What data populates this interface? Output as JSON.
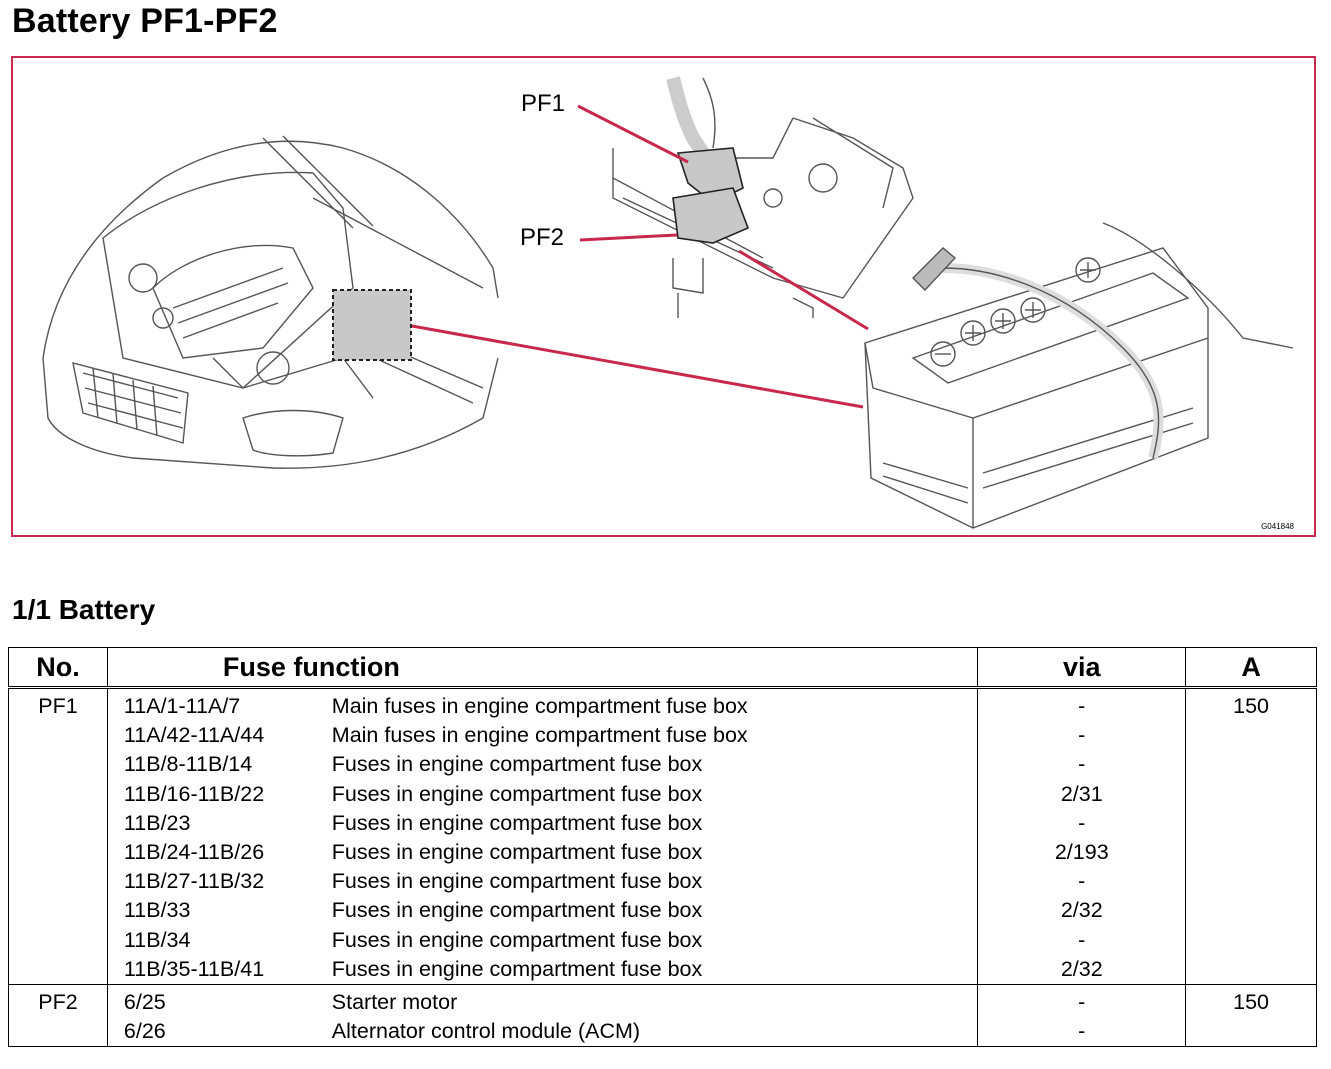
{
  "page_title": "Battery PF1-PF2",
  "figure": {
    "callouts": [
      "PF1",
      "PF2"
    ],
    "figure_code": "G041848",
    "accent_color": "#c8284b"
  },
  "section_title": "1/1 Battery",
  "table": {
    "headers": {
      "no": "No.",
      "function": "Fuse function",
      "via": "via",
      "amps": "A"
    },
    "groups": [
      {
        "no": "PF1",
        "amps": "150",
        "rows": [
          {
            "code": "11A/1-11A/7",
            "desc": "Main fuses in engine compartment fuse box",
            "via": "-"
          },
          {
            "code": "11A/42-11A/44",
            "desc": "Main fuses in engine compartment fuse box",
            "via": "-"
          },
          {
            "code": "11B/8-11B/14",
            "desc": "Fuses in engine compartment fuse box",
            "via": "-"
          },
          {
            "code": "11B/16-11B/22",
            "desc": "Fuses in engine compartment fuse box",
            "via": "2/31"
          },
          {
            "code": "11B/23",
            "desc": "Fuses in engine compartment fuse box",
            "via": "-"
          },
          {
            "code": "11B/24-11B/26",
            "desc": "Fuses in engine compartment fuse box",
            "via": "2/193"
          },
          {
            "code": "11B/27-11B/32",
            "desc": "Fuses in engine compartment fuse box",
            "via": "-"
          },
          {
            "code": "11B/33",
            "desc": "Fuses in engine compartment fuse box",
            "via": "2/32"
          },
          {
            "code": "11B/34",
            "desc": "Fuses in engine compartment fuse box",
            "via": "-"
          },
          {
            "code": "11B/35-11B/41",
            "desc": "Fuses in engine compartment fuse box",
            "via": "2/32"
          }
        ]
      },
      {
        "no": "PF2",
        "amps": "150",
        "rows": [
          {
            "code": "6/25",
            "desc": "Starter motor",
            "via": "-"
          },
          {
            "code": "6/26",
            "desc": "Alternator control module (ACM)",
            "via": "-"
          }
        ]
      }
    ]
  }
}
